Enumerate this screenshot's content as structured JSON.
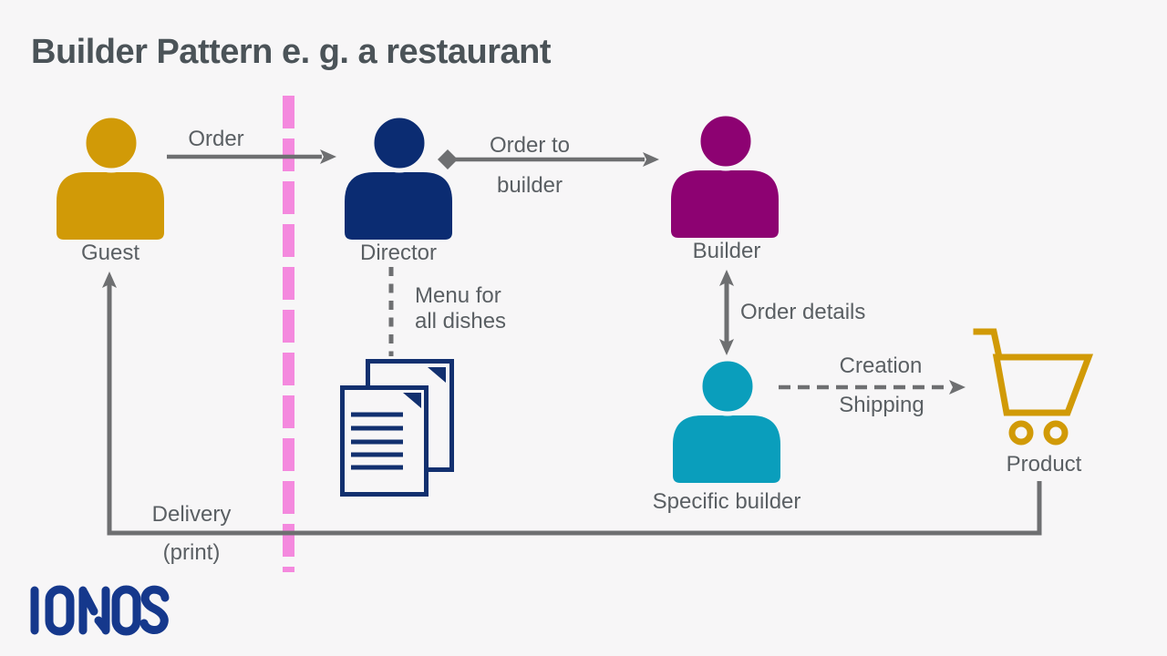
{
  "title": "Builder Pattern e. g. a restaurant",
  "colors": {
    "guest": "#d19a07",
    "director": "#0b2c72",
    "builder": "#8d0272",
    "specific_builder": "#0a9ebc",
    "product": "#d19a07",
    "document": "#12306f",
    "arrow": "#6e6f71",
    "divider": "#f489de",
    "logo": "#15388c",
    "background": "#f7f6f7"
  },
  "actors": {
    "guest": {
      "label": "Guest"
    },
    "director": {
      "label": "Director"
    },
    "builder": {
      "label": "Builder"
    },
    "specific_builder": {
      "label": "Specific builder"
    },
    "product": {
      "label": "Product"
    }
  },
  "edges": {
    "order": "Order",
    "order_to_builder": "Order to builder",
    "order_details": "Order details",
    "creation": "Creation",
    "shipping": "Shipping",
    "menu": "Menu for all dishes",
    "delivery": "Delivery",
    "delivery_mode": "(print)"
  },
  "brand": {
    "logo_text": "IONOS"
  }
}
